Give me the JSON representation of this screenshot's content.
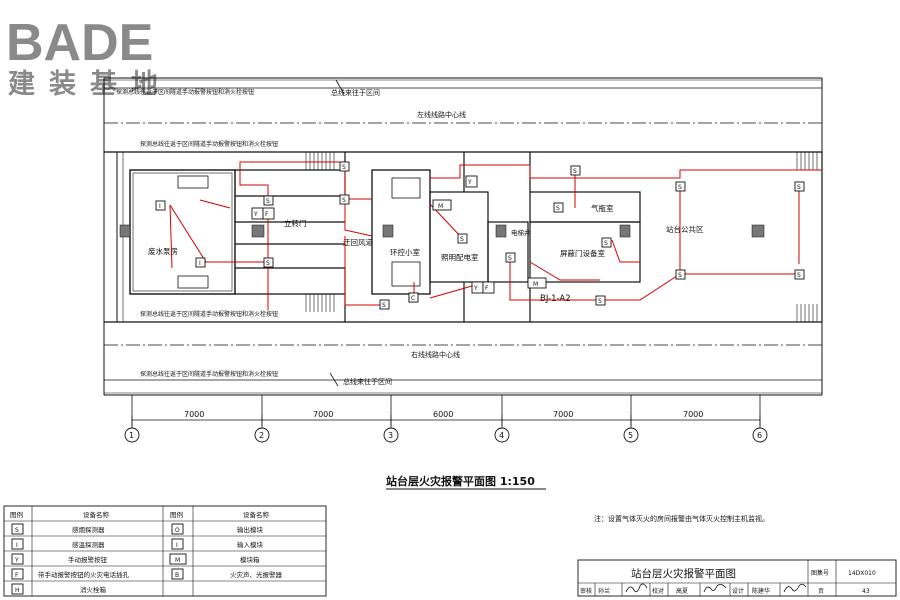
{
  "logo": {
    "latin": "BADE",
    "cjk": "建装基地"
  },
  "drawing": {
    "title": "站台层火灾报警平面图 1:150",
    "trunk_top": "总线来往于区间",
    "trunk_bottom": "总线来往于区间",
    "leader_tl": "探测总线往返于区间隧道手动报警按钮和消火栓按钮",
    "leader_ml": "探测总线往返于区间隧道手动报警按钮和消火栓按钮",
    "leader_lm": "探测总线往返于区间隧道手动报警按钮和消火栓按钮",
    "leader_bl": "探测总线往返于区间隧道手动报警按钮和消火栓按钮",
    "left_center_line": "左线线路中心线",
    "right_center_line": "右线线路中心线",
    "rooms": {
      "pump": "废水泵房",
      "vertical_shaft": "立转门",
      "return_duct": "迂回风道",
      "ring_control": "环控小室",
      "lighting_power": "照明配电室",
      "elevator": "电梯井",
      "gas_bottle": "气瓶室",
      "shield_door": "屏蔽门设备室",
      "public_area": "站台公共区"
    },
    "module_tag": "BJ-1-A2",
    "box_m": "M",
    "box_c": "C"
  },
  "dimensions": {
    "spans": [
      "7000",
      "7000",
      "6000",
      "7000",
      "7000"
    ],
    "axes": [
      "1",
      "2",
      "3",
      "4",
      "5",
      "6"
    ]
  },
  "note": "注：设置气体灭火的房间报警由气体灭火控制主机监视。",
  "legend": {
    "head_symbol": "图例",
    "head_name": "设备名称",
    "rows": [
      {
        "sym": "S",
        "name": "感烟探测器",
        "sym2": "O",
        "name2": "输出模块"
      },
      {
        "sym": "I",
        "name": "感温探测器",
        "sym2": "I",
        "name2": "输入模块"
      },
      {
        "sym": "Y",
        "name": "手动报警按钮",
        "sym2": "M",
        "name2": "模块箱"
      },
      {
        "sym": "F",
        "name": "带手动报警按钮的火灾电话插孔",
        "sym2": "B",
        "name2": "火灾声、光报警器"
      },
      {
        "sym": "H",
        "name": "消火栓箱",
        "sym2": "",
        "name2": ""
      }
    ]
  },
  "titleblock": {
    "title": "站台层火灾报警平面图",
    "atlas_label": "图集号",
    "atlas_no": "14DX010",
    "review_label": "审核",
    "review_name": "孙兰",
    "check_label": "校对",
    "check_name": "高夏",
    "design_label": "设计",
    "design_name": "陈建华",
    "page_label": "页",
    "page_no": "43"
  }
}
